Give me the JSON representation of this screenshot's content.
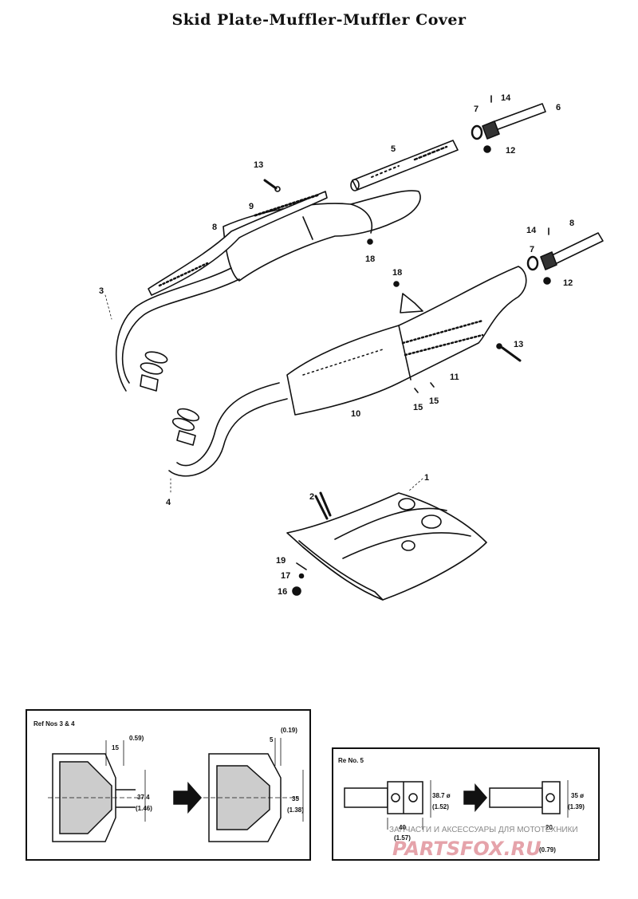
{
  "title": "Skid Plate-Muffler-Muffler Cover",
  "callouts": [
    {
      "id": "c1",
      "text": "1"
    },
    {
      "id": "c2",
      "text": "2"
    },
    {
      "id": "c3",
      "text": "3"
    },
    {
      "id": "c4",
      "text": "4"
    },
    {
      "id": "c5",
      "text": "5"
    },
    {
      "id": "c6a",
      "text": "6"
    },
    {
      "id": "c7a",
      "text": "7"
    },
    {
      "id": "c14a",
      "text": "14"
    },
    {
      "id": "c12a",
      "text": "12"
    },
    {
      "id": "c13a",
      "text": "13"
    },
    {
      "id": "c9",
      "text": "9"
    },
    {
      "id": "c8a",
      "text": "8"
    },
    {
      "id": "c18a",
      "text": "18"
    },
    {
      "id": "c14b",
      "text": "14"
    },
    {
      "id": "c8b",
      "text": "8"
    },
    {
      "id": "c7b",
      "text": "7"
    },
    {
      "id": "c12b",
      "text": "12"
    },
    {
      "id": "c18b",
      "text": "18"
    },
    {
      "id": "c13b",
      "text": "13"
    },
    {
      "id": "c11",
      "text": "11"
    },
    {
      "id": "c15a",
      "text": "15"
    },
    {
      "id": "c15b",
      "text": "15"
    },
    {
      "id": "c10",
      "text": "10"
    },
    {
      "id": "c19",
      "text": "19"
    },
    {
      "id": "c17",
      "text": "17"
    },
    {
      "id": "c16",
      "text": "16"
    }
  ],
  "inset_left": {
    "title": "Ref Nos 3 & 4",
    "dims": {
      "d15": "15",
      "d059": "0.59)",
      "d374": "37.4",
      "d146": "(1.46)",
      "d019": "(0.19)",
      "d5": "5",
      "d35": "35",
      "d138": "(1.38)"
    }
  },
  "inset_right": {
    "title": "Re No. 5",
    "dims": {
      "d387": "38.7 ø",
      "d152": "(1.52)",
      "d40": "40",
      "d157": "(1.57)",
      "d35": "35 ø",
      "d139": "(1.39)",
      "d20": "20",
      "d079": "(0.79)"
    }
  },
  "watermark": {
    "line1": "ЗАПЧАСТИ И АКСЕССУАРЫ ДЛЯ МОТОТЕХНИКИ",
    "line2": "PARTSFOX.RU"
  },
  "colors": {
    "ink": "#111111",
    "watermark": "#e5a3aa"
  }
}
